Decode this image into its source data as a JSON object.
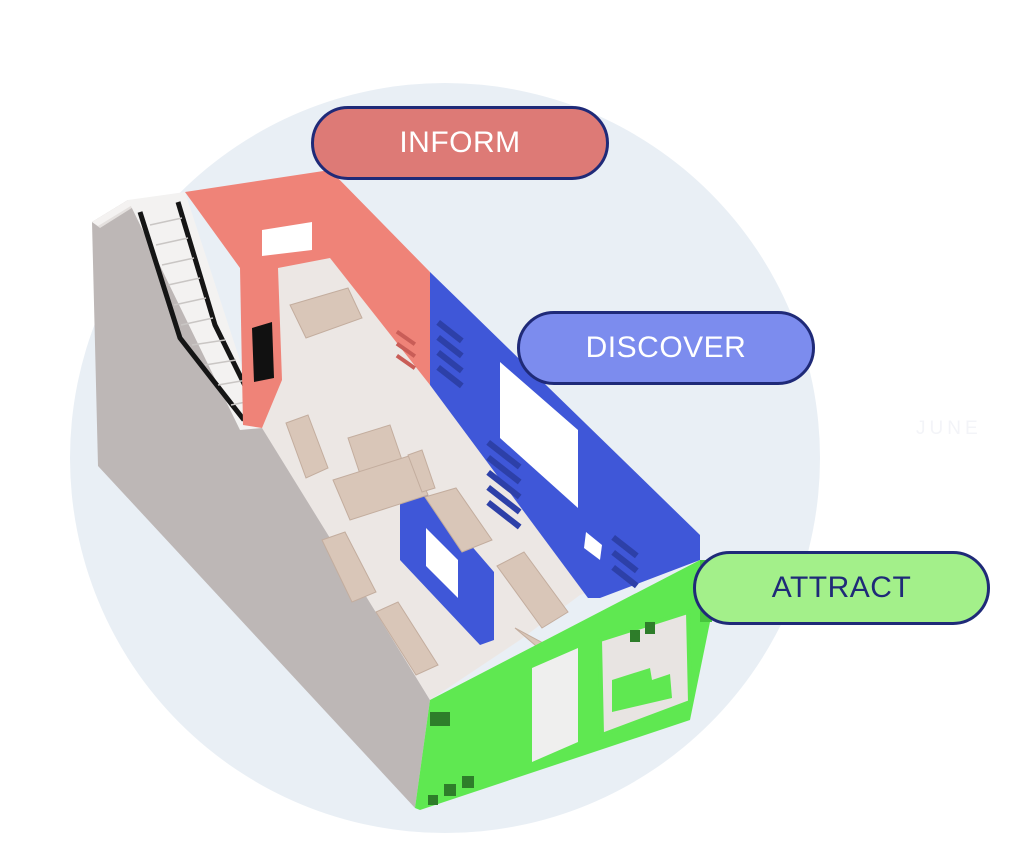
{
  "colors": {
    "circle_bg": "#e9eff5",
    "inform": "#dd7a76",
    "discover": "#7c8cee",
    "attract": "#a3f08a",
    "pill_border": "#1f2a78",
    "inform_wall": "#ef8378",
    "discover_wall": "#3f57d8",
    "attract_wall": "#5fe851",
    "floor": "#ece7e4",
    "outer_wall": "#bdb7b6",
    "furniture": "#d9c6b8"
  },
  "zones": [
    {
      "id": "inform",
      "label": "INFORM"
    },
    {
      "id": "discover",
      "label": "DISCOVER"
    },
    {
      "id": "attract",
      "label": "ATTRACT"
    }
  ],
  "watermark": "JUNE"
}
